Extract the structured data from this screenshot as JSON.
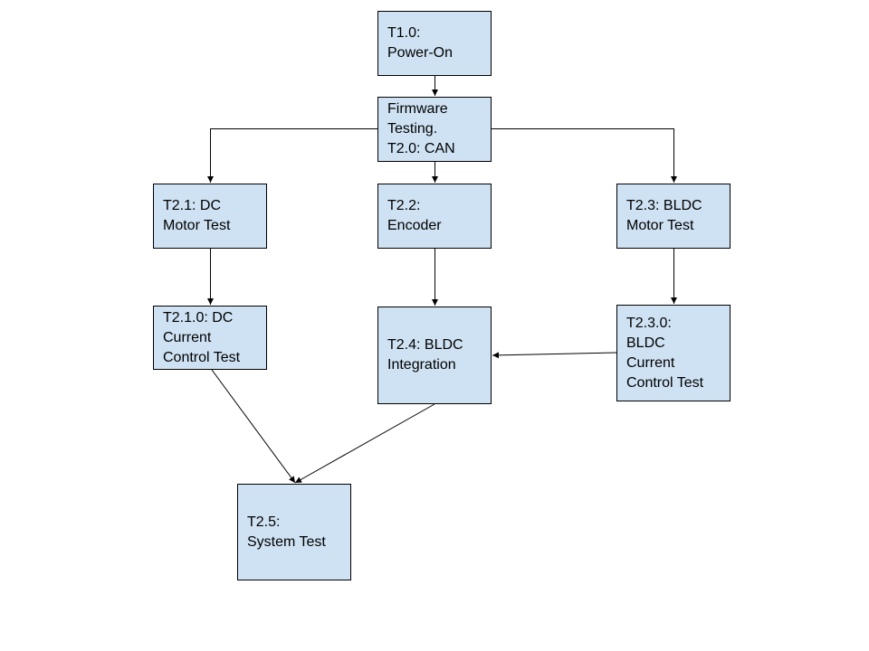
{
  "nodes": {
    "t1_0": {
      "line1": "T1.0:",
      "line2": "Power-On"
    },
    "firmware": {
      "line1": "Firmware",
      "line2": "Testing.",
      "line3": "T2.0: CAN"
    },
    "t2_1": {
      "line1": "T2.1: DC",
      "line2": "Motor Test"
    },
    "t2_2": {
      "line1": "T2.2:",
      "line2": "Encoder"
    },
    "t2_3": {
      "line1": "T2.3: BLDC",
      "line2": "Motor Test"
    },
    "t2_1_0": {
      "line1": "T2.1.0: DC",
      "line2": "Current",
      "line3": "Control Test"
    },
    "t2_4": {
      "line1": "T2.4: BLDC",
      "line2": "Integration"
    },
    "t2_3_0": {
      "line1": "T2.3.0:",
      "line2": "BLDC",
      "line3": "Current",
      "line4": "Control Test"
    },
    "t2_5": {
      "line1": "T2.5:",
      "line2": "System Test"
    }
  },
  "edges": [
    {
      "from": "T1.0",
      "to": "Firmware Testing. T2.0"
    },
    {
      "from": "Firmware Testing. T2.0",
      "to": "T2.1"
    },
    {
      "from": "Firmware Testing. T2.0",
      "to": "T2.2"
    },
    {
      "from": "Firmware Testing. T2.0",
      "to": "T2.3"
    },
    {
      "from": "T2.1",
      "to": "T2.1.0"
    },
    {
      "from": "T2.2",
      "to": "T2.4"
    },
    {
      "from": "T2.3",
      "to": "T2.3.0"
    },
    {
      "from": "T2.3.0",
      "to": "T2.4"
    },
    {
      "from": "T2.1.0",
      "to": "T2.5"
    },
    {
      "from": "T2.4",
      "to": "T2.5"
    }
  ],
  "colors": {
    "node_fill": "#cfe2f3",
    "stroke": "#000000",
    "background": "#ffffff"
  }
}
